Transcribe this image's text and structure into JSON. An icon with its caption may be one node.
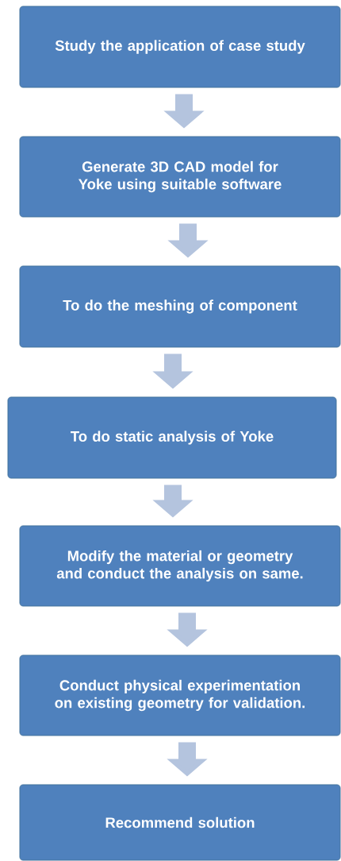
{
  "diagram": {
    "nodes": [
      {
        "text": [
          "Study the application of case study"
        ]
      },
      {
        "text": [
          "Generate 3D CAD model for Yoke using suitable software"
        ]
      },
      {
        "text": [
          "To do the meshing of component"
        ]
      },
      {
        "text": [
          "To do static analysis of Yoke"
        ]
      },
      {
        "text": [
          "Modify the material or geometry and conduct the analysis on same."
        ]
      },
      {
        "text": [
          "Conduct physical experimentation on existing geometry for validation."
        ]
      },
      {
        "text": [
          "Recommend solution"
        ]
      }
    ],
    "edges": [
      {
        "from": 0,
        "to": 1,
        "arrow": "to"
      },
      {
        "from": 1,
        "to": 2,
        "arrow": "to"
      },
      {
        "from": 2,
        "to": 3,
        "arrow": "to"
      },
      {
        "from": 3,
        "to": 4,
        "arrow": "to"
      },
      {
        "from": 4,
        "to": 5,
        "arrow": "to"
      },
      {
        "from": 5,
        "to": 6,
        "arrow": "to"
      }
    ]
  }
}
